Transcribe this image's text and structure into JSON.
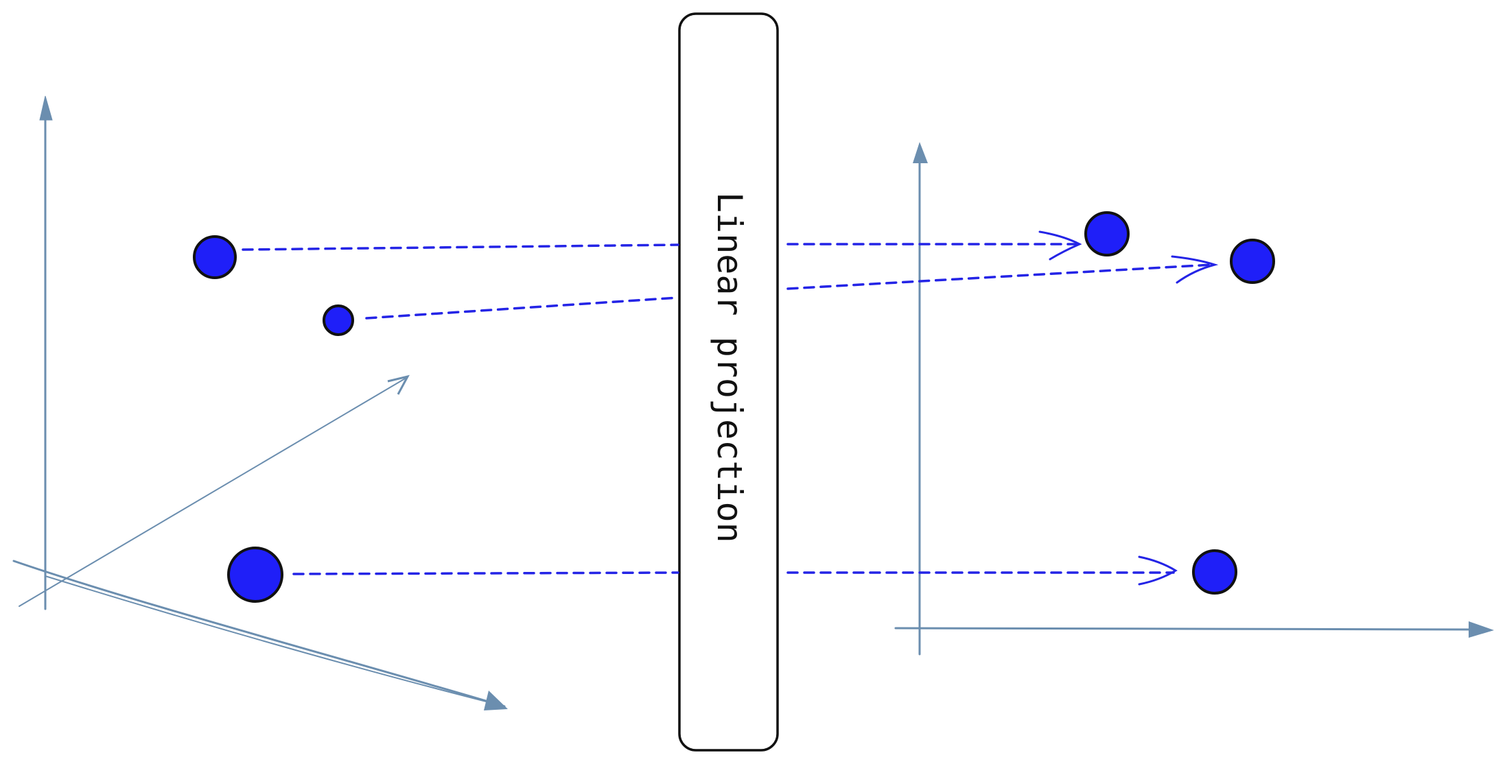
{
  "diagram": {
    "projection_label": "Linear projection",
    "colors": {
      "axis": "#6b8eaf",
      "point": "#1f1ff8",
      "dashed_line": "#2424e6",
      "outline": "#111111"
    },
    "left_space": {
      "dimensions": 3,
      "point_count": 3
    },
    "right_space": {
      "dimensions": 2,
      "point_count": 3
    }
  }
}
